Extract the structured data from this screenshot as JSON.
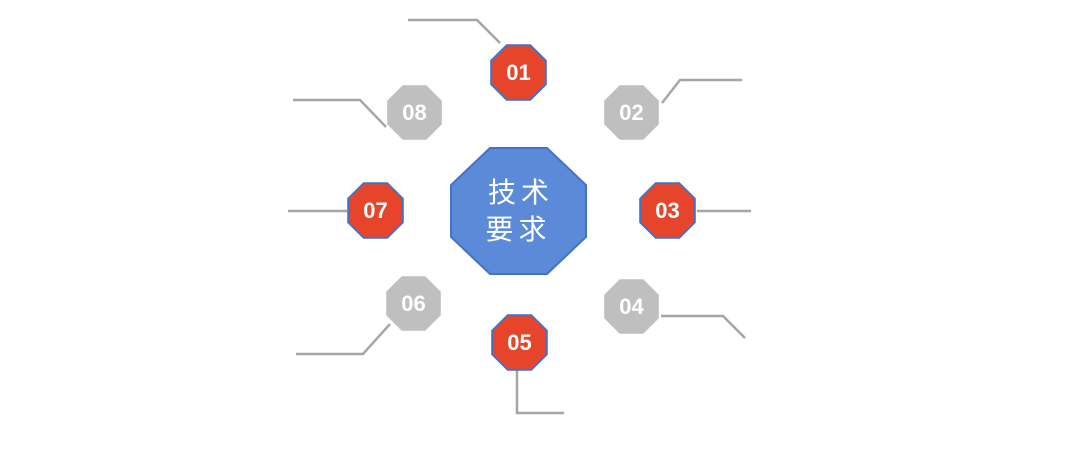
{
  "diagram": {
    "center": {
      "label": "技术\n要求"
    },
    "nodes": [
      {
        "label": "01",
        "variant": "red"
      },
      {
        "label": "02",
        "variant": "gray"
      },
      {
        "label": "03",
        "variant": "red"
      },
      {
        "label": "04",
        "variant": "gray"
      },
      {
        "label": "05",
        "variant": "red"
      },
      {
        "label": "06",
        "variant": "gray"
      },
      {
        "label": "07",
        "variant": "red"
      },
      {
        "label": "08",
        "variant": "gray"
      }
    ],
    "colors": {
      "center_fill": "#5B8BD8",
      "center_border": "#4472C4",
      "red_fill": "#E6452C",
      "red_border": "#4472C4",
      "gray_fill": "#BFBFBF",
      "connector_line": "#A6A6A6",
      "white_stub": "#FFFFFF",
      "label_text": "#FFFFFF",
      "background": "#FFFFFF"
    }
  }
}
